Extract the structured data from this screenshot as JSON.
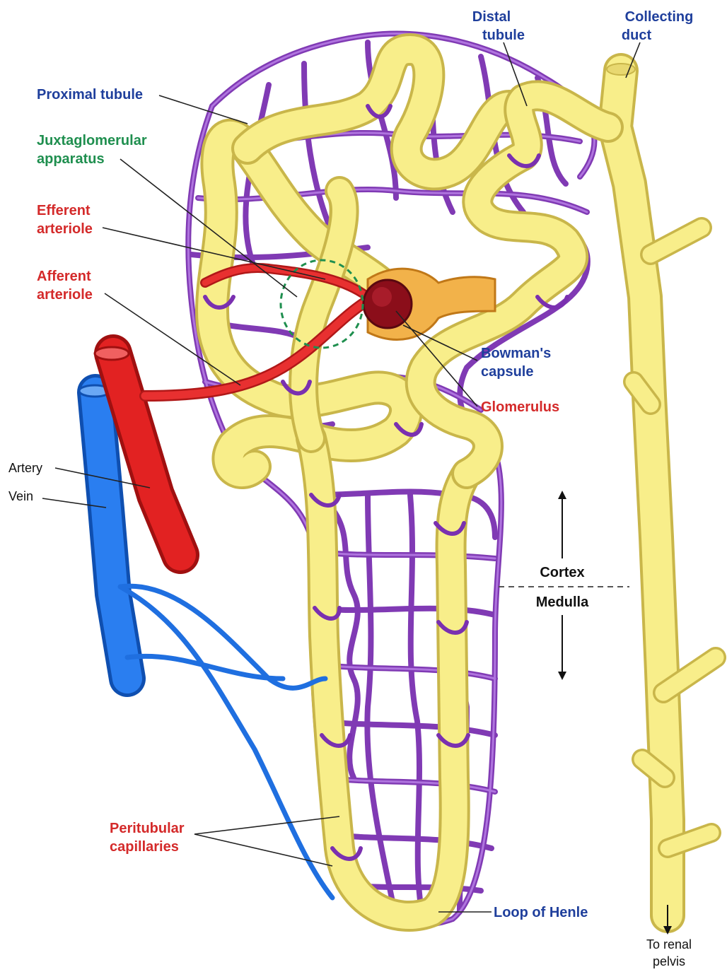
{
  "colors": {
    "tubule": "#f8ee8a",
    "tubule_edge": "#c9b64a",
    "capillary": "#9b4fd0",
    "artery": "#e22222",
    "vein": "#1f6fe0",
    "glomerulus": "#8b0e1a",
    "capsule": "#f2b24a",
    "label_blue": "#1f3f9c",
    "label_red": "#d42a2a",
    "label_green": "#1f8f4f",
    "label_dark": "#111111"
  },
  "labels": {
    "distal_tubule": [
      "Distal",
      "tubule"
    ],
    "collecting_duct": [
      "Collecting",
      "duct"
    ],
    "proximal_tubule": [
      "Proximal tubule"
    ],
    "juxtaglomerular_apparatus": [
      "Juxtaglomerular",
      "apparatus"
    ],
    "efferent_arteriole": [
      "Efferent",
      "arteriole"
    ],
    "afferent_arteriole": [
      "Afferent",
      "arteriole"
    ],
    "bowmans_capsule": [
      "Bowman's",
      "capsule"
    ],
    "glomerulus": [
      "Glomerulus"
    ],
    "artery": [
      "Artery"
    ],
    "vein": [
      "Vein"
    ],
    "cortex": [
      "Cortex"
    ],
    "medulla": [
      "Medulla"
    ],
    "peritubular_capillaries": [
      "Peritubular",
      "capillaries"
    ],
    "loop_of_henle": [
      "Loop of Henle"
    ],
    "to_renal_pelvis": [
      "To renal",
      "pelvis"
    ]
  }
}
